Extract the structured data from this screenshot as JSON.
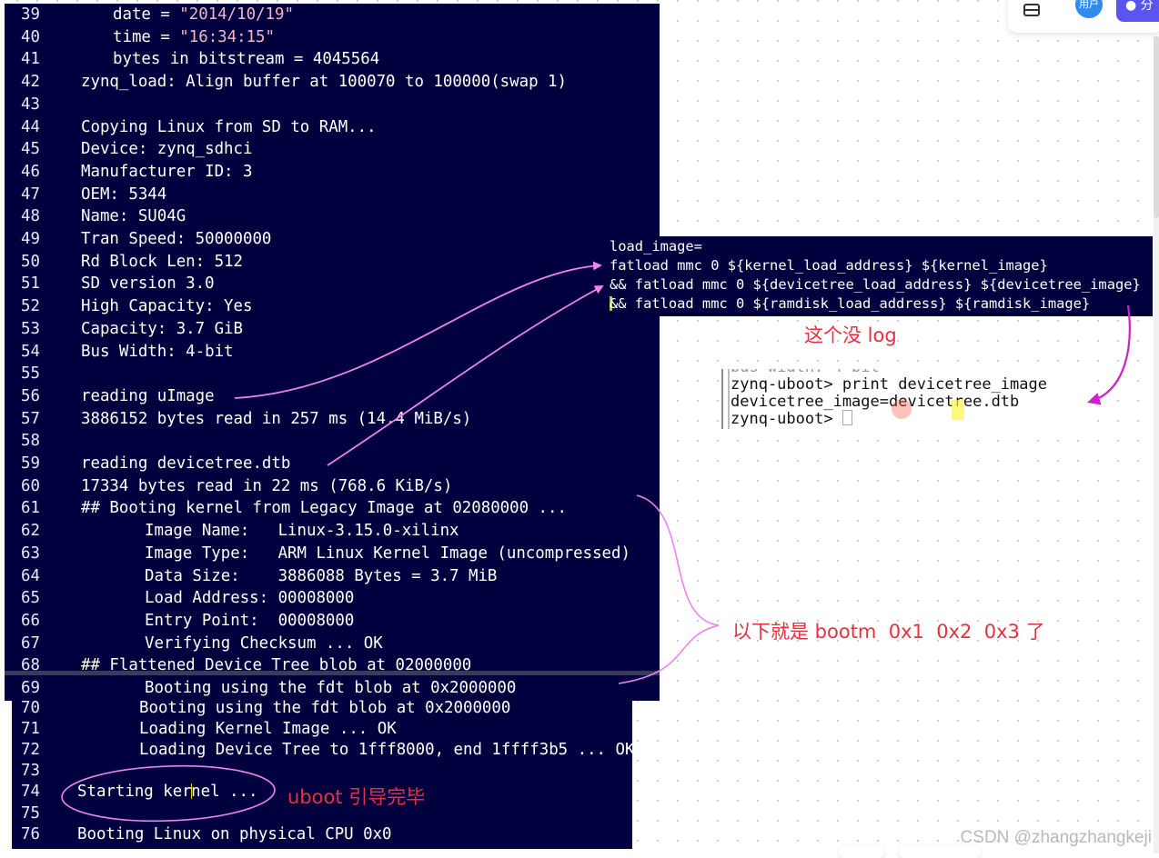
{
  "terminal_main": {
    "lines": [
      {
        "n": "39",
        "indent": 1,
        "pre": "date = ",
        "str": "\"2014/10/19\""
      },
      {
        "n": "40",
        "indent": 1,
        "pre": "time = ",
        "str": "\"16:34:15\""
      },
      {
        "n": "41",
        "indent": 1,
        "text": "bytes in bitstream = 4045564"
      },
      {
        "n": "42",
        "indent": 0,
        "text": "zynq_load: Align buffer at 100070 to 100000(swap 1)"
      },
      {
        "n": "43",
        "indent": 0,
        "text": ""
      },
      {
        "n": "44",
        "indent": 0,
        "text": "Copying Linux from SD to RAM..."
      },
      {
        "n": "45",
        "indent": 0,
        "text": "Device: zynq_sdhci"
      },
      {
        "n": "46",
        "indent": 0,
        "text": "Manufacturer ID: 3"
      },
      {
        "n": "47",
        "indent": 0,
        "text": "OEM: 5344"
      },
      {
        "n": "48",
        "indent": 0,
        "text": "Name: SU04G"
      },
      {
        "n": "49",
        "indent": 0,
        "text": "Tran Speed: 50000000"
      },
      {
        "n": "50",
        "indent": 0,
        "text": "Rd Block Len: 512"
      },
      {
        "n": "51",
        "indent": 0,
        "text": "SD version 3.0"
      },
      {
        "n": "52",
        "indent": 0,
        "text": "High Capacity: Yes"
      },
      {
        "n": "53",
        "indent": 0,
        "text": "Capacity: 3.7 GiB"
      },
      {
        "n": "54",
        "indent": 0,
        "text": "Bus Width: 4-bit"
      },
      {
        "n": "55",
        "indent": 0,
        "text": ""
      },
      {
        "n": "56",
        "indent": 0,
        "text": "reading uImage"
      },
      {
        "n": "57",
        "indent": 0,
        "text": "3886152 bytes read in 257 ms (14.4 MiB/s)"
      },
      {
        "n": "58",
        "indent": 0,
        "text": ""
      },
      {
        "n": "59",
        "indent": 0,
        "text": "reading devicetree.dtb"
      },
      {
        "n": "60",
        "indent": 0,
        "text": "17334 bytes read in 22 ms (768.6 KiB/s)"
      },
      {
        "n": "61",
        "indent": 0,
        "text": "## Booting kernel from Legacy Image at 02080000 ..."
      },
      {
        "n": "62",
        "indent": 2,
        "text": "Image Name:   Linux-3.15.0-xilinx"
      },
      {
        "n": "63",
        "indent": 2,
        "text": "Image Type:   ARM Linux Kernel Image (uncompressed)"
      },
      {
        "n": "64",
        "indent": 2,
        "text": "Data Size:    3886088 Bytes = 3.7 MiB"
      },
      {
        "n": "65",
        "indent": 2,
        "text": "Load Address: 00008000"
      },
      {
        "n": "66",
        "indent": 2,
        "text": "Entry Point:  00008000"
      },
      {
        "n": "67",
        "indent": 2,
        "text": "Verifying Checksum ... OK"
      },
      {
        "n": "68",
        "indent": 0,
        "text": "## Flattened Device Tree blob at 02000000"
      },
      {
        "n": "69",
        "indent": 2,
        "text": "Booting using the fdt blob at 0x2000000"
      }
    ]
  },
  "terminal_lower": {
    "lines": [
      {
        "n": "70",
        "indent": 2,
        "text": "Booting using the fdt blob at 0x2000000"
      },
      {
        "n": "71",
        "indent": 2,
        "text": "Loading Kernel Image ... OK"
      },
      {
        "n": "72",
        "indent": 2,
        "text": "Loading Device Tree to 1fff8000, end 1ffff3b5 ... OK"
      },
      {
        "n": "73",
        "indent": 0,
        "text": ""
      },
      {
        "n": "74",
        "indent": 0,
        "pre": "Starting ker",
        "post": "nel ..."
      },
      {
        "n": "75",
        "indent": 0,
        "text": ""
      },
      {
        "n": "76",
        "indent": 0,
        "text": "Booting Linux on physical CPU 0x0"
      }
    ]
  },
  "cmd_box": {
    "lines": [
      "load_image=",
      "fatload mmc 0 ${kernel_load_address} ${kernel_image}",
      "&& fatload mmc 0 ${devicetree_load_address} ${devicetree_image}",
      "&& fatload mmc 0 ${ramdisk_load_address} ${ramdisk_image}"
    ]
  },
  "uboot_box": {
    "cut_line": "bus width: 4-bit",
    "lines": [
      "zynq-uboot> print devicetree_image",
      "devicetree_image=devicetree.dtb",
      "zynq-uboot> "
    ]
  },
  "annotations": {
    "no_log": "这个没 log",
    "bootm_note": "以下就是 bootm  0x1  0x2  0x3 了",
    "uboot_done": "uboot 引导完毕"
  },
  "topbar": {
    "avatar_label": "用户",
    "share_label": "分"
  },
  "watermark": "CSDN @zhangzhangkeji",
  "colors": {
    "terminal_bg": "#00003f",
    "string": "#f2b7c4",
    "annotation_red": "#e8303f",
    "arrow_pink": "#ee82ee",
    "arrow_magenta": "#d020c8",
    "share_button": "#5b55f0"
  }
}
